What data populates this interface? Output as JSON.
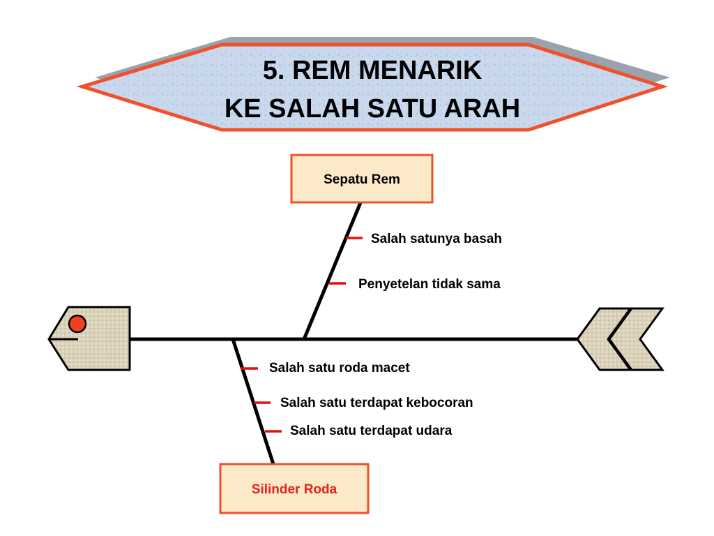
{
  "title": {
    "line1": "5. REM MENARIK",
    "line2": "KE SALAH SATU ARAH"
  },
  "categories": [
    {
      "label": "Sepatu Rem",
      "label_color": "#000000",
      "causes": [
        "Salah satunya basah",
        "Penyetelan tidak sama"
      ]
    },
    {
      "label": "Silinder Roda",
      "label_color": "#e8221a",
      "causes": [
        "Salah satu roda macet",
        "Salah satu terdapat kebocoran",
        "Salah satu terdapat udara"
      ]
    }
  ],
  "colors": {
    "accent": "#f0502a",
    "tick": "#e01010",
    "spine": "#000000",
    "title_fill": "#c6d8ec",
    "box_fill": "#fbe9c8",
    "fish_fill": "#e0d8c2",
    "eye": "#f04020"
  },
  "icons": {
    "head": "fish-head-icon",
    "tail": "fish-tail-icon"
  }
}
